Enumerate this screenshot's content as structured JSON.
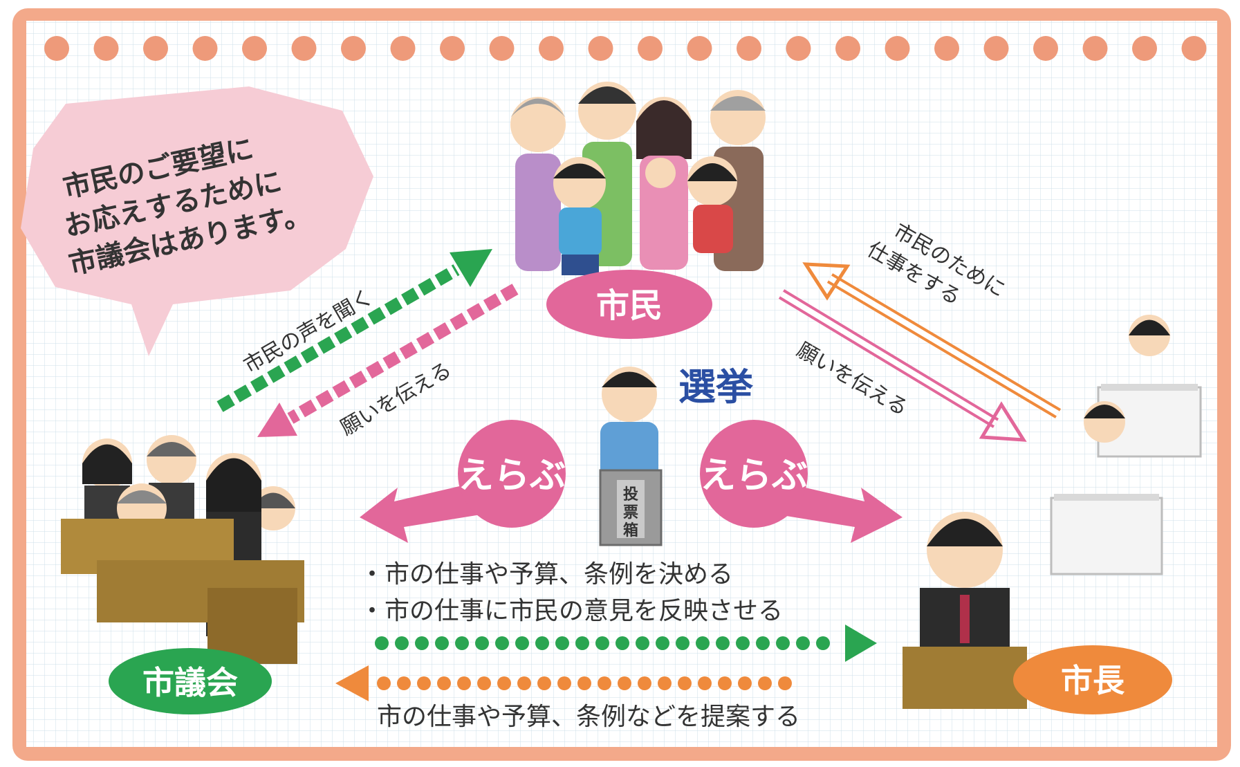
{
  "speech_bubble": {
    "lines": [
      "市民のご要望に",
      "お応えするために",
      "市議会はあります。"
    ]
  },
  "nodes": {
    "citizens": "市民",
    "council": "市議会",
    "mayor": "市長"
  },
  "election_label": "選挙",
  "ballot_box_label": [
    "投",
    "票",
    "箱"
  ],
  "choose_left": "えらぶ",
  "choose_right": "えらぶ",
  "arrows": {
    "council_to_citizens": "市民の声を聞く",
    "citizens_to_council": "願いを伝える",
    "mayor_to_citizens": [
      "市民のために",
      "仕事をする"
    ],
    "citizens_to_mayor": "願いを伝える"
  },
  "council_roles": [
    "・市の仕事や予算、条例を決める",
    "・市の仕事に市民の意見を反映させる"
  ],
  "mayor_role": "市の仕事や予算、条例などを提案する",
  "colors": {
    "frame": "#f3a98a",
    "grid": "#c9dce6",
    "pink": "#e2679a",
    "green": "#2aa551",
    "orange": "#ef8a3c",
    "navy": "#2b4fa3",
    "bubble": "#f6ccd5"
  }
}
